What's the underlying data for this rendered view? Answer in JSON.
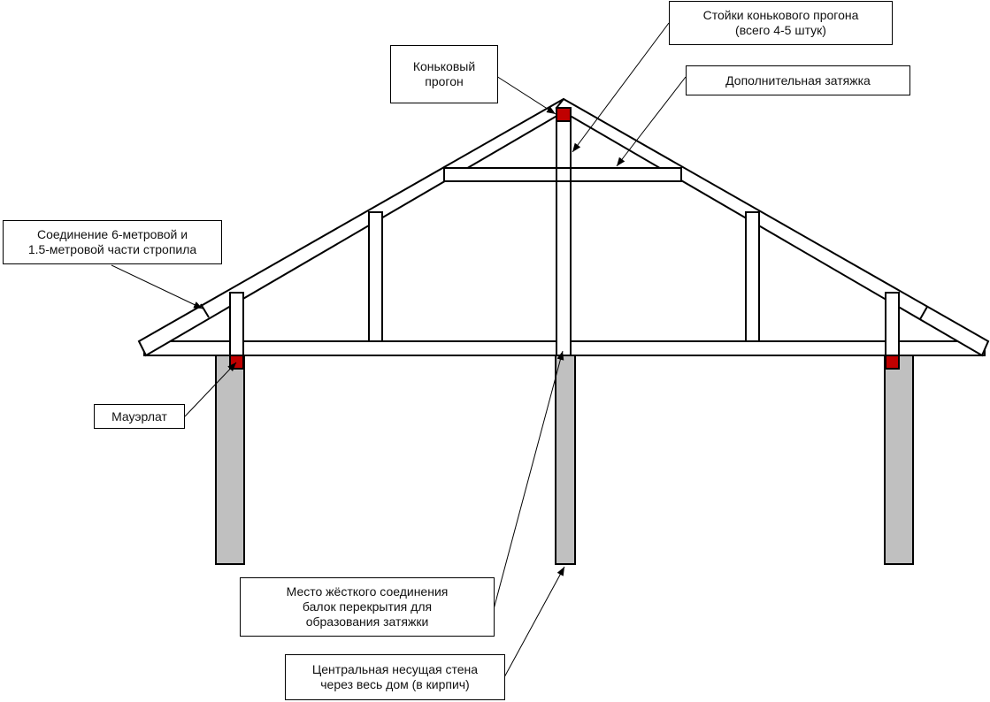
{
  "diagram": {
    "title": "Roof truss structure",
    "colors": {
      "wall_fill": "#c0c0c0",
      "mauerlat_fill": "#c00000",
      "timber_fill": "#ffffff",
      "stroke": "#000000"
    },
    "labels": {
      "ridge_posts": "Стойки конькового прогона\n(всего 4-5 штук)",
      "ridge_beam": "Коньковый\nпрогон",
      "extra_tie": "Дополнительная затяжка",
      "rafter_joint": "Соединение 6-метровой и\n1.5-метровой части стропила",
      "mauerlat": "Мауэрлат",
      "rigid_joint": "Место жёсткого соединения\nбалок перекрытия для\nобразования затяжки",
      "central_wall": "Центральная несущая стена\nчерез весь дом (в кирпич)"
    },
    "components": {
      "ridge_post_count": "4-5",
      "rafter_long_part_m": 6,
      "rafter_short_part_m": 1.5
    }
  }
}
